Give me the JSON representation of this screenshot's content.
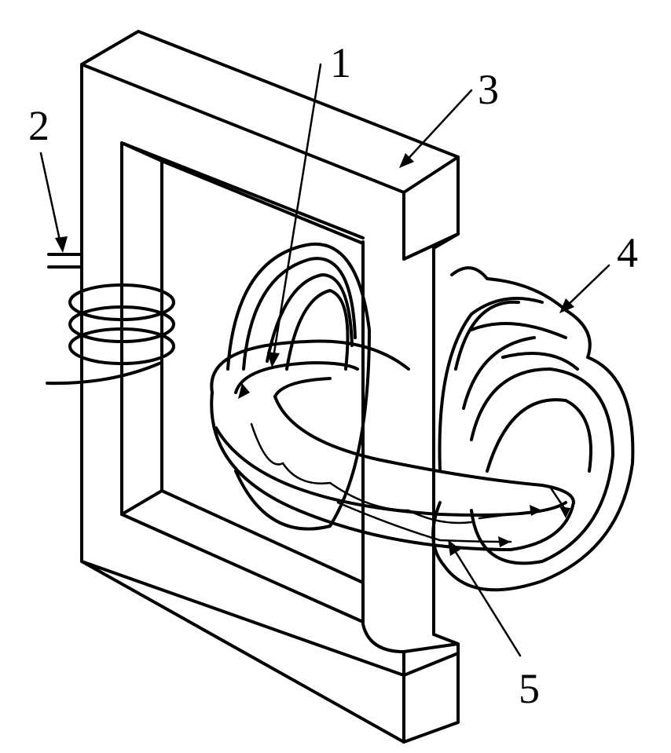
{
  "diagram": {
    "labels": {
      "l1": "1",
      "l2": "2",
      "l3": "3",
      "l4": "4",
      "l5": "5"
    },
    "colors": {
      "line": "#000000",
      "background": "#ffffff"
    }
  }
}
